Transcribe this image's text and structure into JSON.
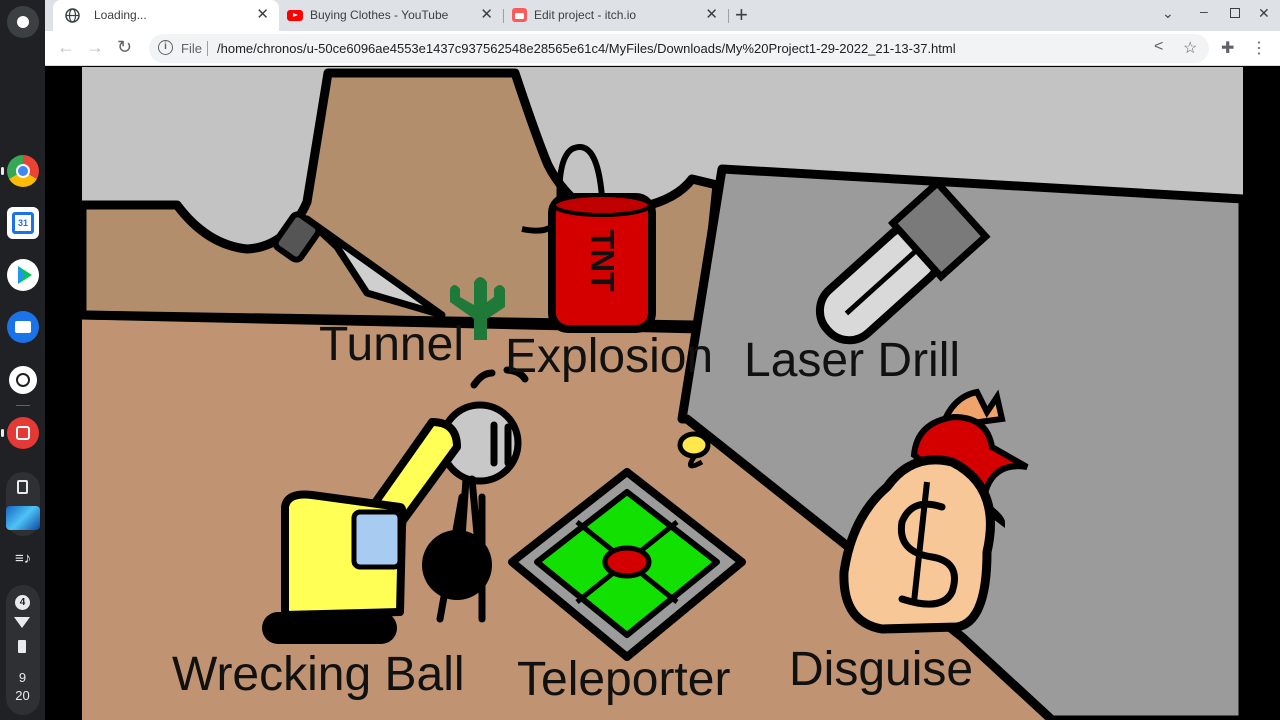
{
  "shelf": {
    "status_count": "4",
    "time_hour": "9",
    "time_minute": "20"
  },
  "tabs": [
    {
      "title": "Loading...",
      "icon": "globe-icon"
    },
    {
      "title": "Buying Clothes - YouTube",
      "icon": "youtube-icon"
    },
    {
      "title": "Edit project - itch.io",
      "icon": "itchio-icon"
    }
  ],
  "omnibox": {
    "chip": "File",
    "url": "/home/chronos/u-50ce6096ae4553e1437c937562548e28565e61c4/MyFiles/Downloads/My%20Project1-29-2022_21-13-37.html"
  },
  "game": {
    "options": {
      "tunnel": "Tunnel",
      "explosion": "Explosion",
      "laser_drill": "Laser Drill",
      "wrecking_ball": "Wrecking Ball",
      "teleporter": "Teleporter",
      "disguise": "Disguise"
    },
    "tnt_label": "TNT",
    "colors": {
      "sky": "#c3c3c3",
      "dirt": "#c09473",
      "wall": "#9b9b9b",
      "tnt": "#d40000",
      "teleporter_pad": "#11e000",
      "bulldozer": "#ffff55"
    }
  }
}
